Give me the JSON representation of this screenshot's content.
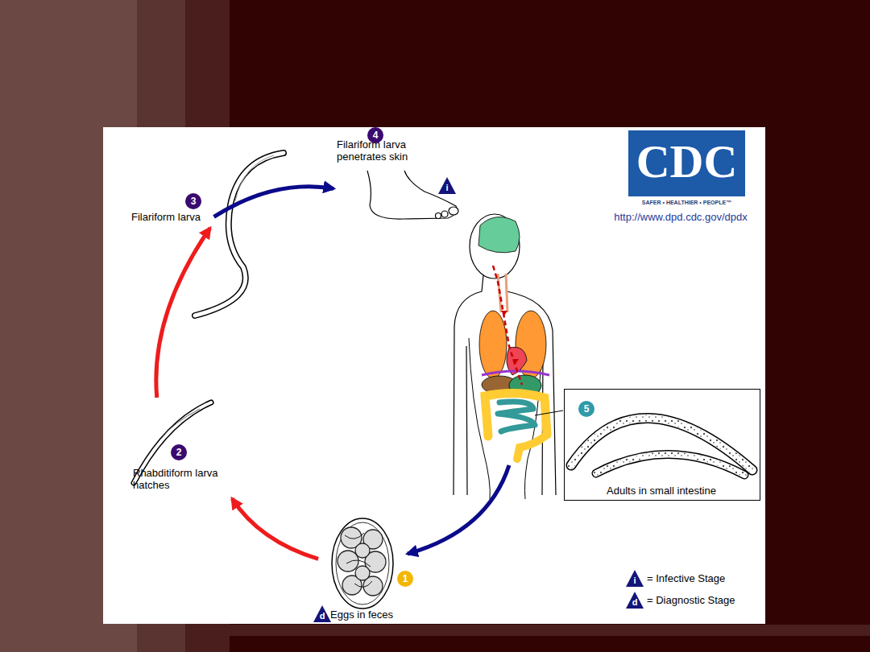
{
  "diagram": {
    "nodes": [
      {
        "text": [
          "Filariform larva"
        ]
      },
      {
        "text": [
          "Filariform larva penetrates skin"
        ]
      },
      {
        "text": [
          "Adults in small intestine"
        ]
      },
      {
        "text": [
          "Eggs in feces"
        ]
      },
      {
        "text": [
          "Rhabditiform larva hatches"
        ]
      }
    ],
    "edges": [
      {
        "from": 3,
        "to": 4,
        "arrow": "to"
      },
      {
        "from": 4,
        "to": 0,
        "arrow": "to"
      },
      {
        "from": 0,
        "to": 1,
        "arrow": "to"
      }
    ],
    "labels": [
      "4",
      "i",
      "3",
      "2",
      "1",
      "d",
      "5",
      "CDC",
      "SAFER • HEALTHIER • PEOPLE™",
      "http://www.dpd.cdc.gov/dpdx",
      "i",
      "d"
    ],
    "legend": [
      {
        "text": "= Infective Stage"
      },
      {
        "text": "= Diagnostic Stage"
      }
    ]
  }
}
